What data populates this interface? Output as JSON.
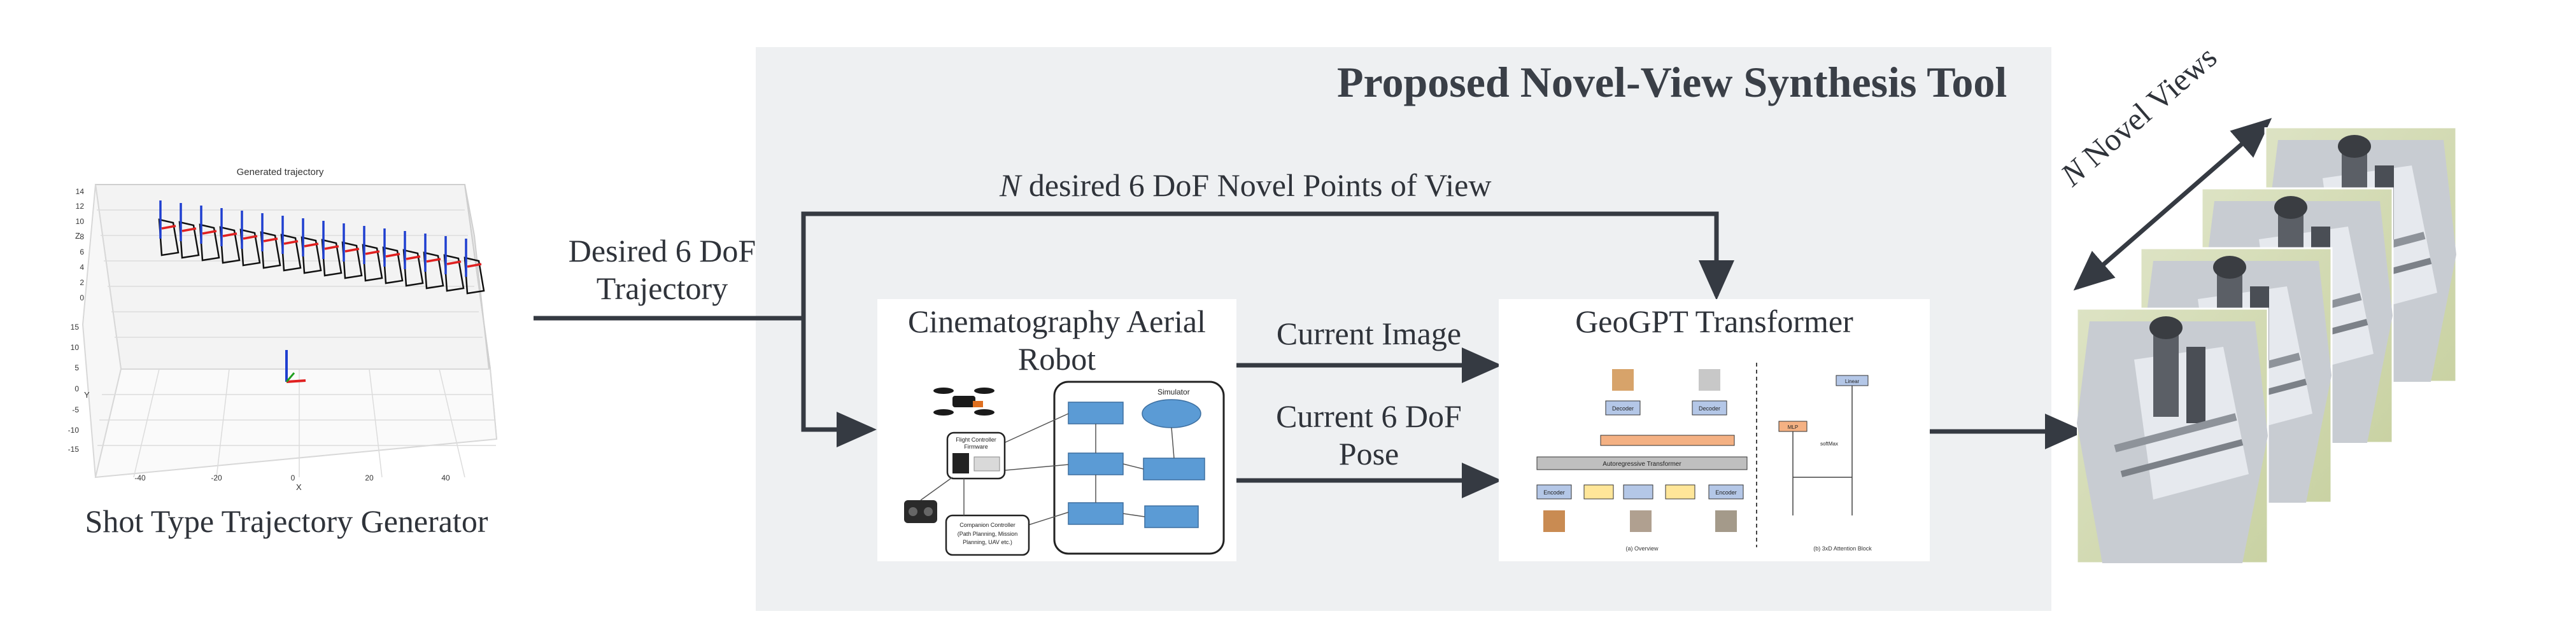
{
  "panel": {
    "title": "Proposed Novel-View Synthesis Tool"
  },
  "generator": {
    "caption": "Shot Type Trajectory Generator",
    "plot_title": "Generated trajectory",
    "z_label": "Z",
    "y_label": "Y",
    "x_label": "X",
    "y_ticks": [
      "14",
      "12",
      "10",
      "8",
      "6",
      "4",
      "2",
      "0",
      "15",
      "10",
      "5",
      "0",
      "-5",
      "-10",
      "-15"
    ],
    "x_ticks": [
      "-40",
      "-20",
      "0",
      "20",
      "40"
    ]
  },
  "flow": {
    "trajectory_label_line1": "Desired 6 DoF",
    "trajectory_label_line2": "Trajectory",
    "novel_views_prefix": "N",
    "novel_views_rest": " desired 6 DoF Novel Points of View",
    "current_image": "Current Image",
    "current_pose_line1": "Current 6 DoF",
    "current_pose_line2": "Pose",
    "output_prefix": "N",
    "output_rest": " Novel Views"
  },
  "robot": {
    "title_line1": "Cinematography Aerial",
    "title_line2": "Robot",
    "simulator": "Simulator",
    "flight_controller_line1": "Flight Controller",
    "flight_controller_line2": "Firmware",
    "companion_line1": "Companion Controller",
    "companion_line2": "(Path Planning, Mission",
    "companion_line3": "Planning, UAV etc.)"
  },
  "transformer": {
    "title": "GeoGPT Transformer",
    "decoder": "Decoder",
    "encoder": "Encoder",
    "autoregressive": "Autoregressive Transformer",
    "caption_a": "(a) Overview",
    "caption_b": "(b) 3xD Attention Block",
    "linear": "Linear",
    "mlp": "MLP",
    "softmax": "softMax"
  },
  "colors": {
    "panel_bg": "#eef0f2",
    "arrow": "#353a42",
    "sim_box": "#5b9bd5",
    "transformer_bar": "#f4b183"
  }
}
